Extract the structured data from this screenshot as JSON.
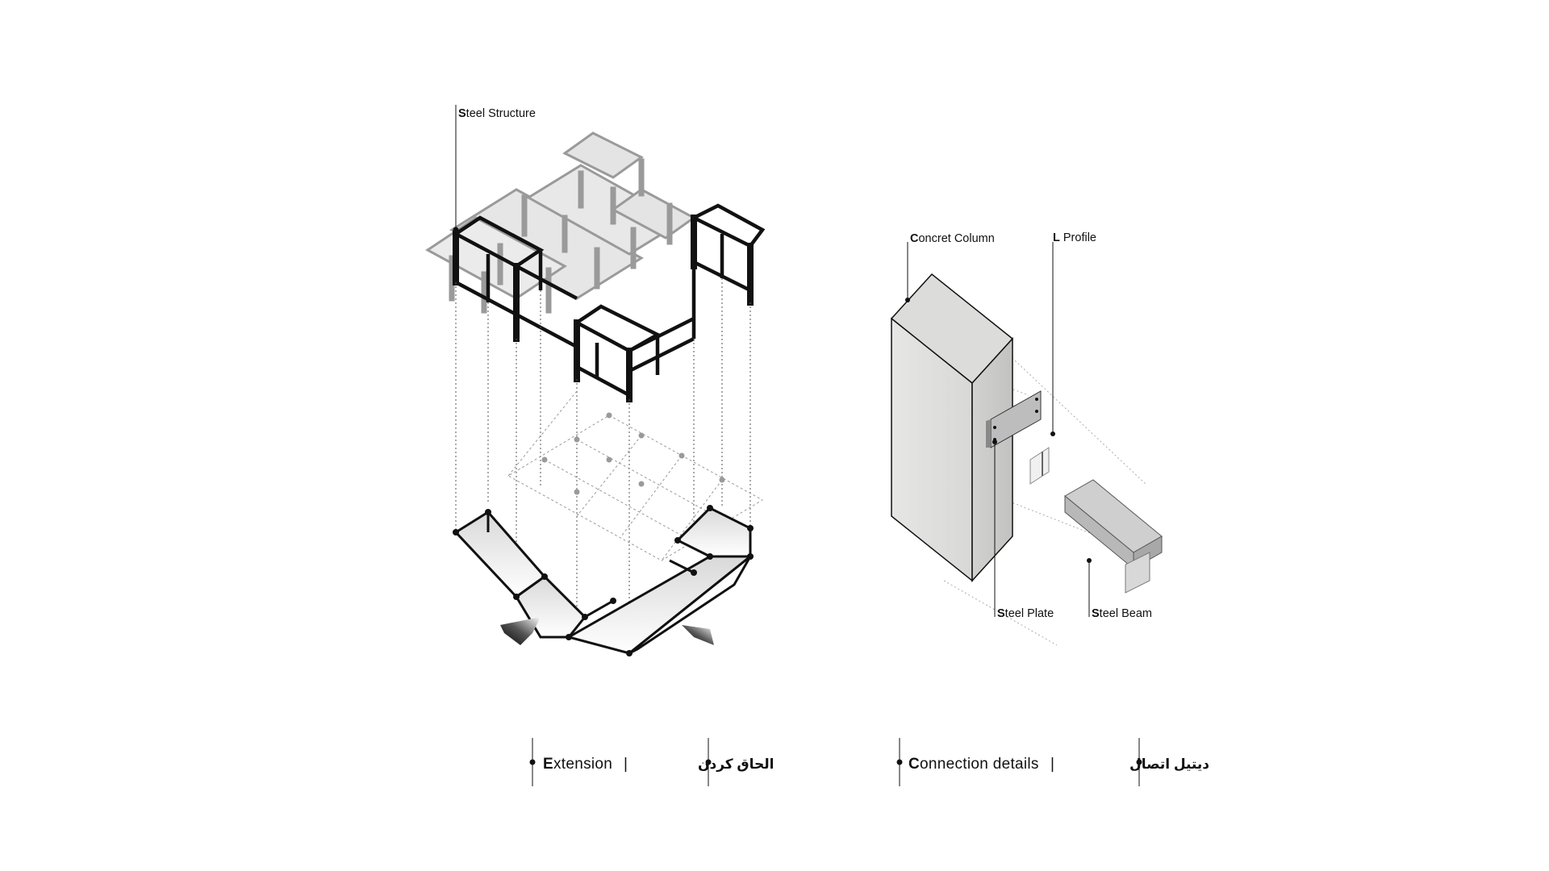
{
  "extension_diagram": {
    "label": {
      "initial": "S",
      "rest": "teel Structure"
    },
    "caption": {
      "initial": "E",
      "rest": "xtension",
      "separator": "|",
      "arabic": "الحاق کردن"
    }
  },
  "connection_diagram": {
    "labels": {
      "concrete_column": {
        "initial": "C",
        "rest": "oncret Column"
      },
      "l_profile": {
        "initial": "L",
        "rest": " Profile"
      },
      "steel_plate": {
        "initial": "S",
        "rest": "teel Plate"
      },
      "steel_beam": {
        "initial": "S",
        "rest": "teel Beam"
      }
    },
    "caption": {
      "initial": "C",
      "rest": "onnection details",
      "separator": "|",
      "arabic": "دیتیل اتصال"
    }
  },
  "colors": {
    "ink": "#111111",
    "existing_structure": "#9a9a9a",
    "concrete": "#c9c9c7",
    "guide_line": "#555555"
  }
}
